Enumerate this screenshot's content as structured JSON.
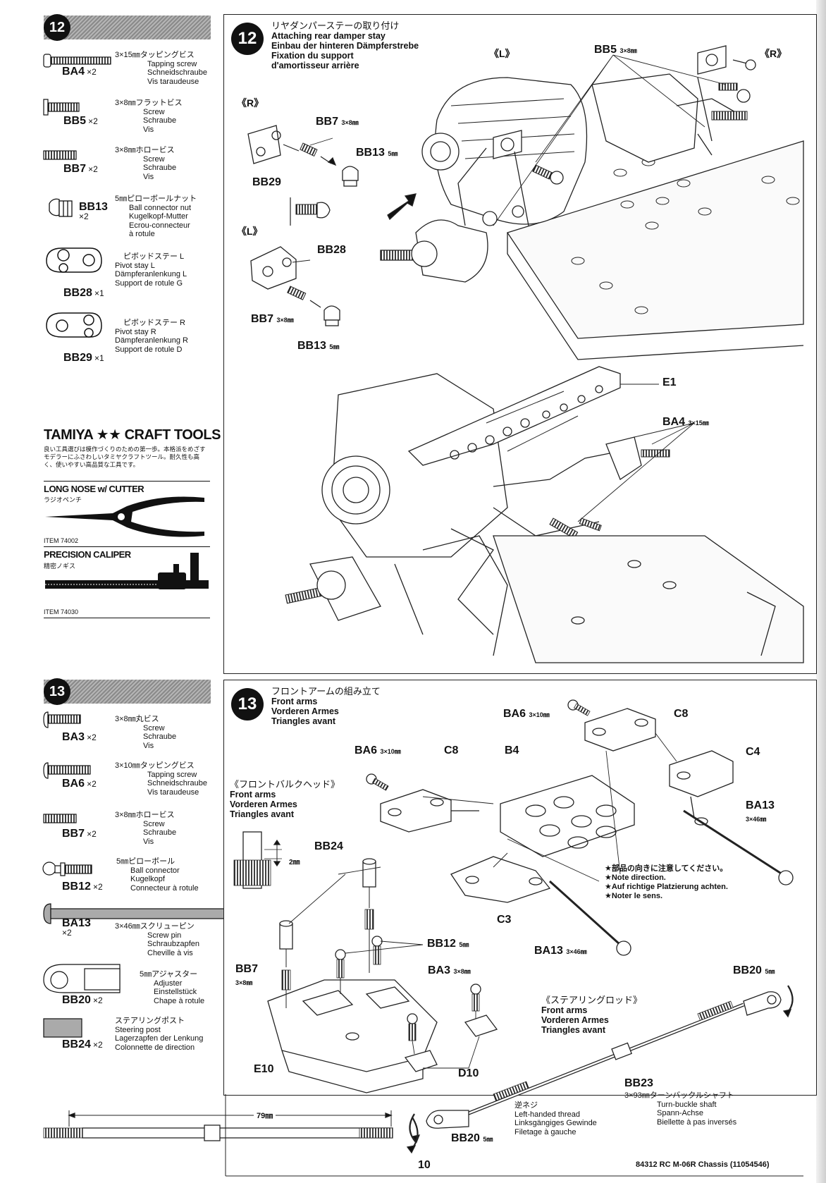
{
  "step12": {
    "number": "12",
    "parts": [
      {
        "code": "BA4",
        "qty": "×2",
        "size": "3×15㎜タッピングビス",
        "names": [
          "Tapping screw",
          "Schneidschraube",
          "Vis taraudeuse"
        ]
      },
      {
        "code": "BB5",
        "qty": "×2",
        "size": "3×8㎜フラットビス",
        "names": [
          "Screw",
          "Schraube",
          "Vis"
        ]
      },
      {
        "code": "BB7",
        "qty": "×2",
        "size": "3×8㎜ホロービス",
        "names": [
          "Screw",
          "Schraube",
          "Vis"
        ]
      },
      {
        "code": "BB13",
        "qty": "×2",
        "size": "5㎜ピローボールナット",
        "names": [
          "Ball connector nut",
          "Kugelkopf-Mutter",
          "Ecrou-connecteur",
          "à rotule"
        ]
      },
      {
        "code": "BB28",
        "qty": "×1",
        "size": "ピボッドステー L",
        "names": [
          "Pivot stay L",
          "Dämpferanlenkung L",
          "Support de rotule G"
        ]
      },
      {
        "code": "BB29",
        "qty": "×1",
        "size": "ピボッドステー R",
        "names": [
          "Pivot stay R",
          "Dämpferanlenkung R",
          "Support de rotule D"
        ]
      }
    ],
    "title_jp": "リヤダンパーステーの取り付け",
    "title_lines": [
      "Attaching rear damper stay",
      "Einbau der hinteren Dämpferstrebe",
      "Fixation du support",
      "d'amortisseur arrière"
    ],
    "labels": {
      "L1": "《L》",
      "R1": "《R》",
      "BB5": "BB5",
      "BB5_size": "3×8㎜",
      "R2": "《R》",
      "L2": "《L》",
      "BB7a": "BB7",
      "BB7a_size": "3×8㎜",
      "BB13a": "BB13",
      "BB13a_size": "5㎜",
      "BB29": "BB29",
      "BB28": "BB28",
      "BB7b": "BB7",
      "BB7b_size": "3×8㎜",
      "BB13b": "BB13",
      "BB13b_size": "5㎜",
      "E1": "E1",
      "BA4": "BA4",
      "BA4_size": "3×15㎜"
    }
  },
  "tools": {
    "brand": "TAMIYA ★★ CRAFT TOOLS",
    "desc": "良い工具選びは模作づくりのための第一歩。本格派をめざすモデラーにふさわしいタミヤクラフトツール。耐久性も高く、使いやすい高品質な工具です。",
    "tool1_name": "LONG NOSE w/ CUTTER",
    "tool1_jp": "ラジオペンチ",
    "tool1_item": "ITEM 74002",
    "tool2_name": "PRECISION CALIPER",
    "tool2_jp": "精密ノギス",
    "tool2_item": "ITEM 74030"
  },
  "step13": {
    "number": "13",
    "parts": [
      {
        "code": "BA3",
        "qty": "×2",
        "size": "3×8㎜丸ビス",
        "names": [
          "Screw",
          "Schraube",
          "Vis"
        ]
      },
      {
        "code": "BA6",
        "qty": "×2",
        "size": "3×10㎜タッピングビス",
        "names": [
          "Tapping screw",
          "Schneidschraube",
          "Vis taraudeuse"
        ]
      },
      {
        "code": "BB7",
        "qty": "×2",
        "size": "3×8㎜ホロービス",
        "names": [
          "Screw",
          "Schraube",
          "Vis"
        ]
      },
      {
        "code": "BB12",
        "qty": "×2",
        "size": "5㎜ピローボール",
        "names": [
          "Ball connector",
          "Kugelkopf",
          "Connecteur à rotule"
        ]
      },
      {
        "code": "BA13",
        "qty": "×2",
        "size": "3×46㎜スクリューピン",
        "names": [
          "Screw pin",
          "Schraubzapfen",
          "Cheville à vis"
        ]
      },
      {
        "code": "BB20",
        "qty": "×2",
        "size": "5㎜アジャスター",
        "names": [
          "Adjuster",
          "Einstellstück",
          "Chape à rotule"
        ]
      },
      {
        "code": "BB24",
        "qty": "×2",
        "size": "ステアリングポスト",
        "names": [
          "Steering post",
          "Lagerzapfen der Lenkung",
          "Colonnette de direction"
        ]
      }
    ],
    "title_jp": "フロントアームの組み立て",
    "title_lines": [
      "Front arms",
      "Vorderen Armes",
      "Triangles avant"
    ],
    "bulkhead_jp": "《フロントバルクヘッド》",
    "bulkhead_lines": [
      "Front arms",
      "Vorderen Armes",
      "Triangles avant"
    ],
    "steering_jp": "《ステアリングロッド》",
    "steering_lines": [
      "Front arms",
      "Vorderen Armes",
      "Triangles avant"
    ],
    "note_lines": [
      "★部品の向きに注意してください。",
      "★Note direction.",
      "★Auf richtige Platzierung achten.",
      "★Noter le sens."
    ],
    "labels": {
      "BA6a": "BA6",
      "BA6a_size": "3×10㎜",
      "C8a": "C8",
      "BA6b": "BA6",
      "BA6b_size": "3×10㎜",
      "C8b": "C8",
      "B4": "B4",
      "C4": "C4",
      "BA13a": "BA13",
      "BA13a_size": "3×46㎜",
      "C3": "C3",
      "BA13b": "BA13",
      "BA13b_size": "3×46㎜",
      "BB24": "BB24",
      "dim2": "2㎜",
      "BB12": "BB12",
      "BB12_size": "5㎜",
      "BA3": "BA3",
      "BA3_size": "3×8㎜",
      "BB7": "BB7",
      "BB7_size": "3×8㎜",
      "E10": "E10",
      "D10": "D10",
      "BB20a": "BB20",
      "BB20a_size": "5㎜",
      "BB23": "BB23",
      "BB23_size": "3×93㎜ターンバックルシャフト",
      "BB23_lines": [
        "Turn-buckle shaft",
        "Spann-Achse",
        "Biellette à pas inversés"
      ],
      "thread_jp": "逆ネジ",
      "thread_lines": [
        "Left-handed thread",
        "Linksgängiges Gewinde",
        "Filetage à gauche"
      ],
      "BB20b": "BB20",
      "BB20b_size": "5㎜",
      "dim79": "79㎜"
    }
  },
  "footer": {
    "page": "10",
    "product": "84312 RC M-06R Chassis (11054546)"
  }
}
